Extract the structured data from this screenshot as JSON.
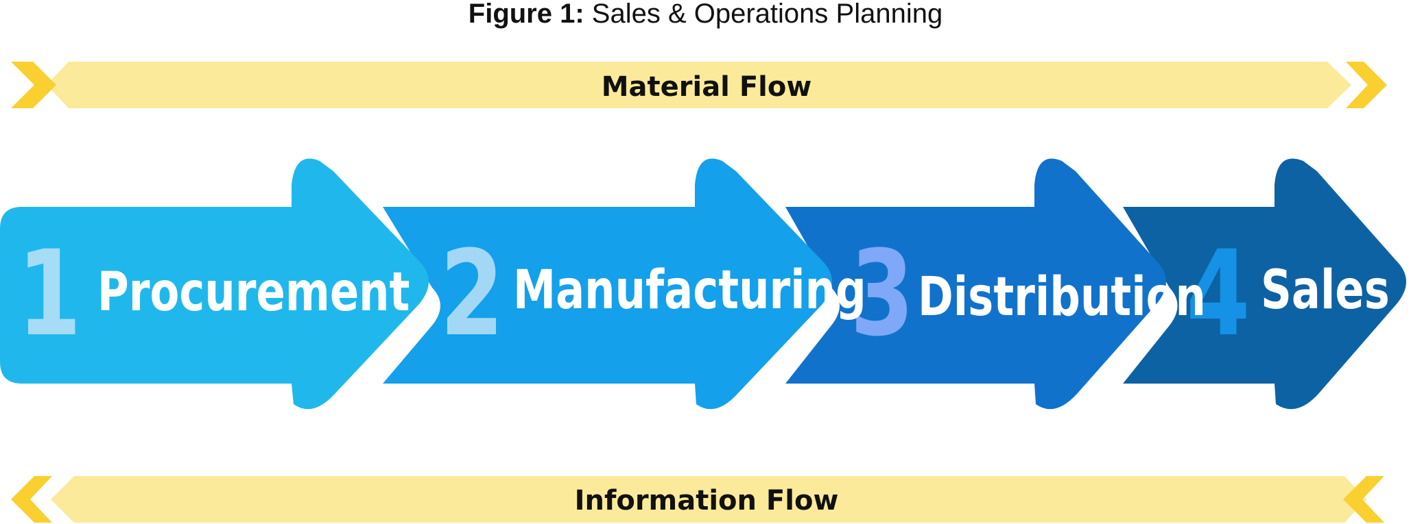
{
  "figure": {
    "caption_label": "Figure 1:",
    "caption_title": "Sales & Operations Planning"
  },
  "flows": {
    "top_label": "Material Flow",
    "bottom_label": "Information Flow"
  },
  "steps": [
    {
      "number": "1",
      "label": "Procurement"
    },
    {
      "number": "2",
      "label": "Manufacturing"
    },
    {
      "number": "3",
      "label": "Distribution"
    },
    {
      "number": "4",
      "label": "Sales"
    }
  ],
  "colors": {
    "band_fill": "#FBEA9A",
    "chevron": "#F9D02F",
    "text_dark": "#111111",
    "label_white": "#FFFFFF",
    "step_fills": [
      "#20B8EC",
      "#14A0EA",
      "#1172CC",
      "#0D62A4"
    ],
    "number_fills": [
      "#A6DCF6",
      "#A2D8F6",
      "#7FA8F8",
      "#1592E6"
    ]
  },
  "icons": {
    "flow_direction_right": "chevron-right-icon",
    "flow_direction_left": "chevron-left-icon"
  }
}
